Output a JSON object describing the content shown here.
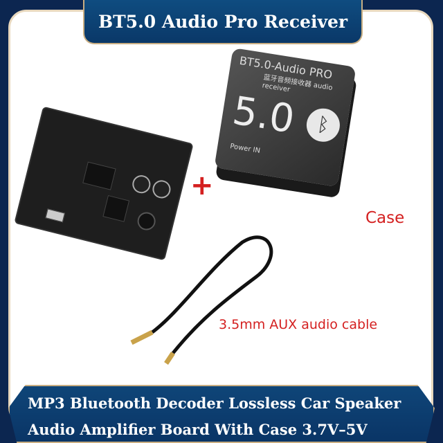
{
  "header": {
    "title": "BT5.0 Audio Pro Receiver"
  },
  "product": {
    "case_print_title": "BT5.0-Audio PRO",
    "case_print_subtitle": "蓝牙音频接收器 audio receiver",
    "case_print_big": "5.0",
    "case_print_power": "Power IN",
    "bluetooth_icon": "bluetooth-icon"
  },
  "labels": {
    "plus": "+",
    "case": "Case",
    "cable": "3.5mm AUX audio cable"
  },
  "footer": {
    "line1": "MP3 Bluetooth Decoder Lossless Car Speaker",
    "line2": "Audio Amplifier Board With Case 3.7V–5V"
  },
  "colors": {
    "background": "#0c2650",
    "banner": "#0f4c80",
    "accent_text": "#d42020",
    "border": "#e8d8be"
  }
}
